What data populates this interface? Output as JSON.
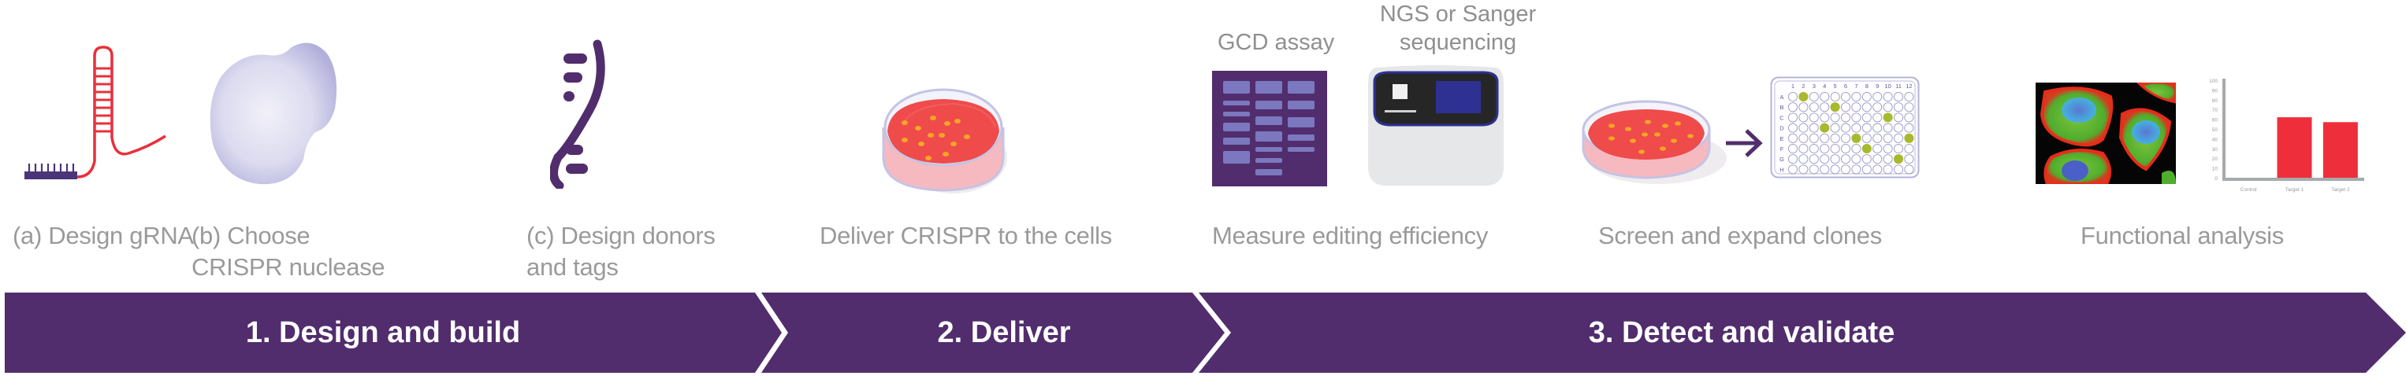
{
  "colors": {
    "banner": "#512d6d",
    "label_text": "#9a9a9c",
    "grna_red": "#e8303a",
    "dna_purple": "#512d6d",
    "protein_lavender": "#c9c8ea",
    "dish_red": "#ef4b4b",
    "colony_orange": "#f5a623",
    "well_green": "#a8b92d",
    "bar_red": "#ee2e3a"
  },
  "steps": [
    {
      "id": "a",
      "label": "(a) Design gRNA",
      "icon": "grna-hairpin-icon"
    },
    {
      "id": "b",
      "label_line1": "(b) Choose",
      "label_line2": "CRISPR nuclease",
      "icon": "nuclease-protein-icon"
    },
    {
      "id": "c",
      "label_line1": "(c) Design donors",
      "label_line2": "and tags",
      "icon": "dna-donor-icon"
    },
    {
      "id": "deliver",
      "label": "Deliver CRISPR to the cells",
      "icon": "petri-dish-icon"
    },
    {
      "id": "measure",
      "label": "Measure editing efficiency",
      "sub_a": "GCD assay",
      "sub_b_line1": "NGS or Sanger",
      "sub_b_line2": "sequencing",
      "icons": [
        "gel-icon",
        "sequencer-icon"
      ]
    },
    {
      "id": "screen",
      "label": "Screen and expand clones",
      "icons": [
        "petri-dish-icon",
        "arrow-right-icon",
        "well-plate-icon"
      ]
    },
    {
      "id": "functional",
      "label": "Functional analysis",
      "icons": [
        "cell-microscopy-icon",
        "bar-chart-icon"
      ]
    }
  ],
  "phases": [
    {
      "label": "1. Design and build"
    },
    {
      "label": "2. Deliver"
    },
    {
      "label": "3. Detect and validate"
    }
  ],
  "well_plate": {
    "columns": [
      "1",
      "2",
      "3",
      "4",
      "5",
      "6",
      "7",
      "8",
      "9",
      "10",
      "11",
      "12"
    ],
    "rows": [
      "A",
      "B",
      "C",
      "D",
      "E",
      "F",
      "G",
      "H"
    ],
    "positive_wells": [
      "A2",
      "B5",
      "C10",
      "D4",
      "E7",
      "E12",
      "F8",
      "G11"
    ]
  },
  "chart_data": {
    "type": "bar",
    "title": "",
    "xlabel": "",
    "ylabel": "",
    "categories": [
      "Control",
      "Target 1",
      "Target 2"
    ],
    "values": [
      0,
      62,
      57
    ],
    "ylim": [
      0,
      100
    ],
    "yticks": [
      "0",
      "10",
      "20",
      "30",
      "40",
      "50",
      "60",
      "70",
      "80",
      "90",
      "100"
    ],
    "grid": false,
    "legend": "none"
  }
}
